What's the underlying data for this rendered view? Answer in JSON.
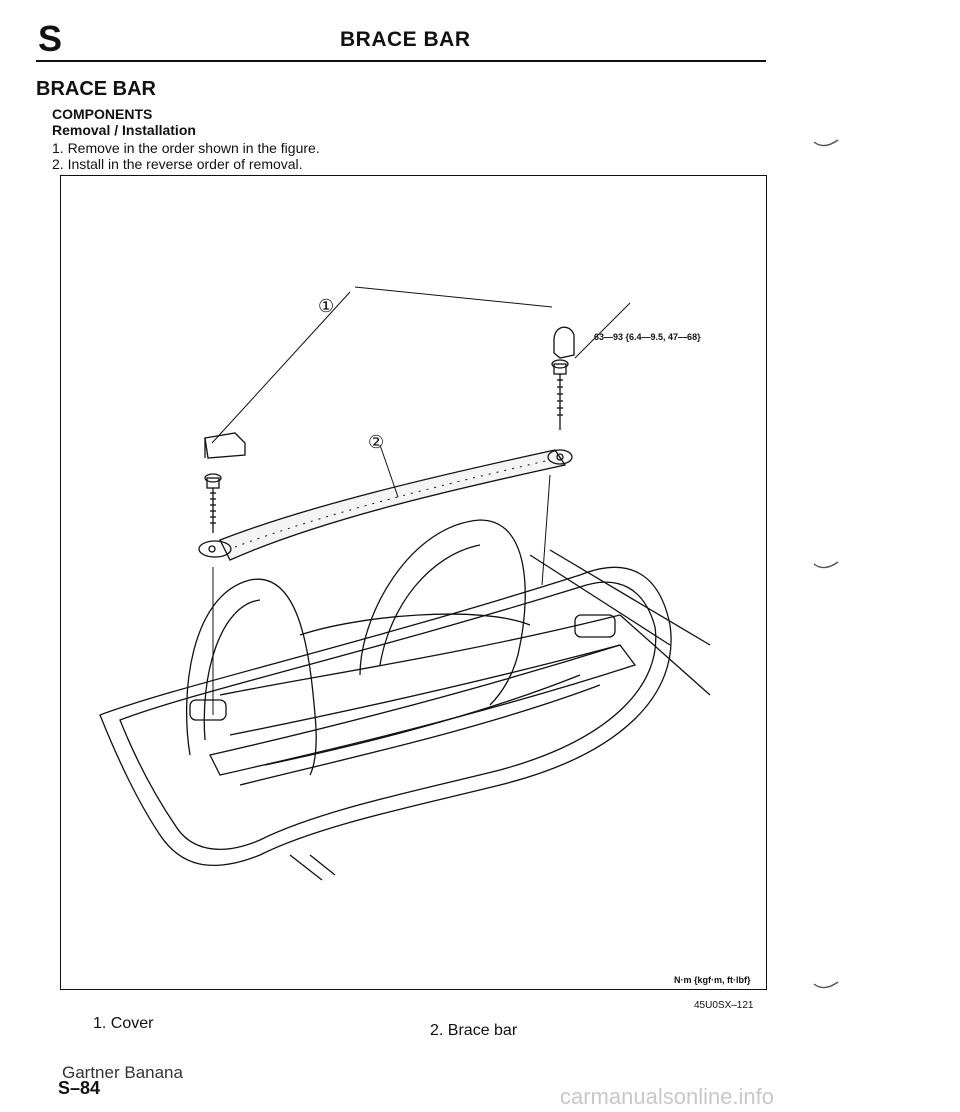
{
  "header": {
    "section_letter": "S",
    "title": "BRACE BAR"
  },
  "page_title": "BRACE BAR",
  "section": {
    "heading": "COMPONENTS",
    "subheading": "Removal / Installation",
    "steps": [
      "1. Remove in the order shown in the figure.",
      "2. Install in the reverse order of removal."
    ]
  },
  "figure": {
    "callouts": [
      "①",
      "②"
    ],
    "torque_spec": "63—93 {6.4—9.5, 47—68}",
    "unit_label": "N·m {kgf·m, ft·lbf}",
    "figure_id": "45U0SX–121"
  },
  "legend": [
    "1. Cover",
    "2. Brace bar"
  ],
  "footer": {
    "watermark": "Gartner Banana",
    "page_number": "S–84",
    "site": "carmanualsonline.info"
  }
}
